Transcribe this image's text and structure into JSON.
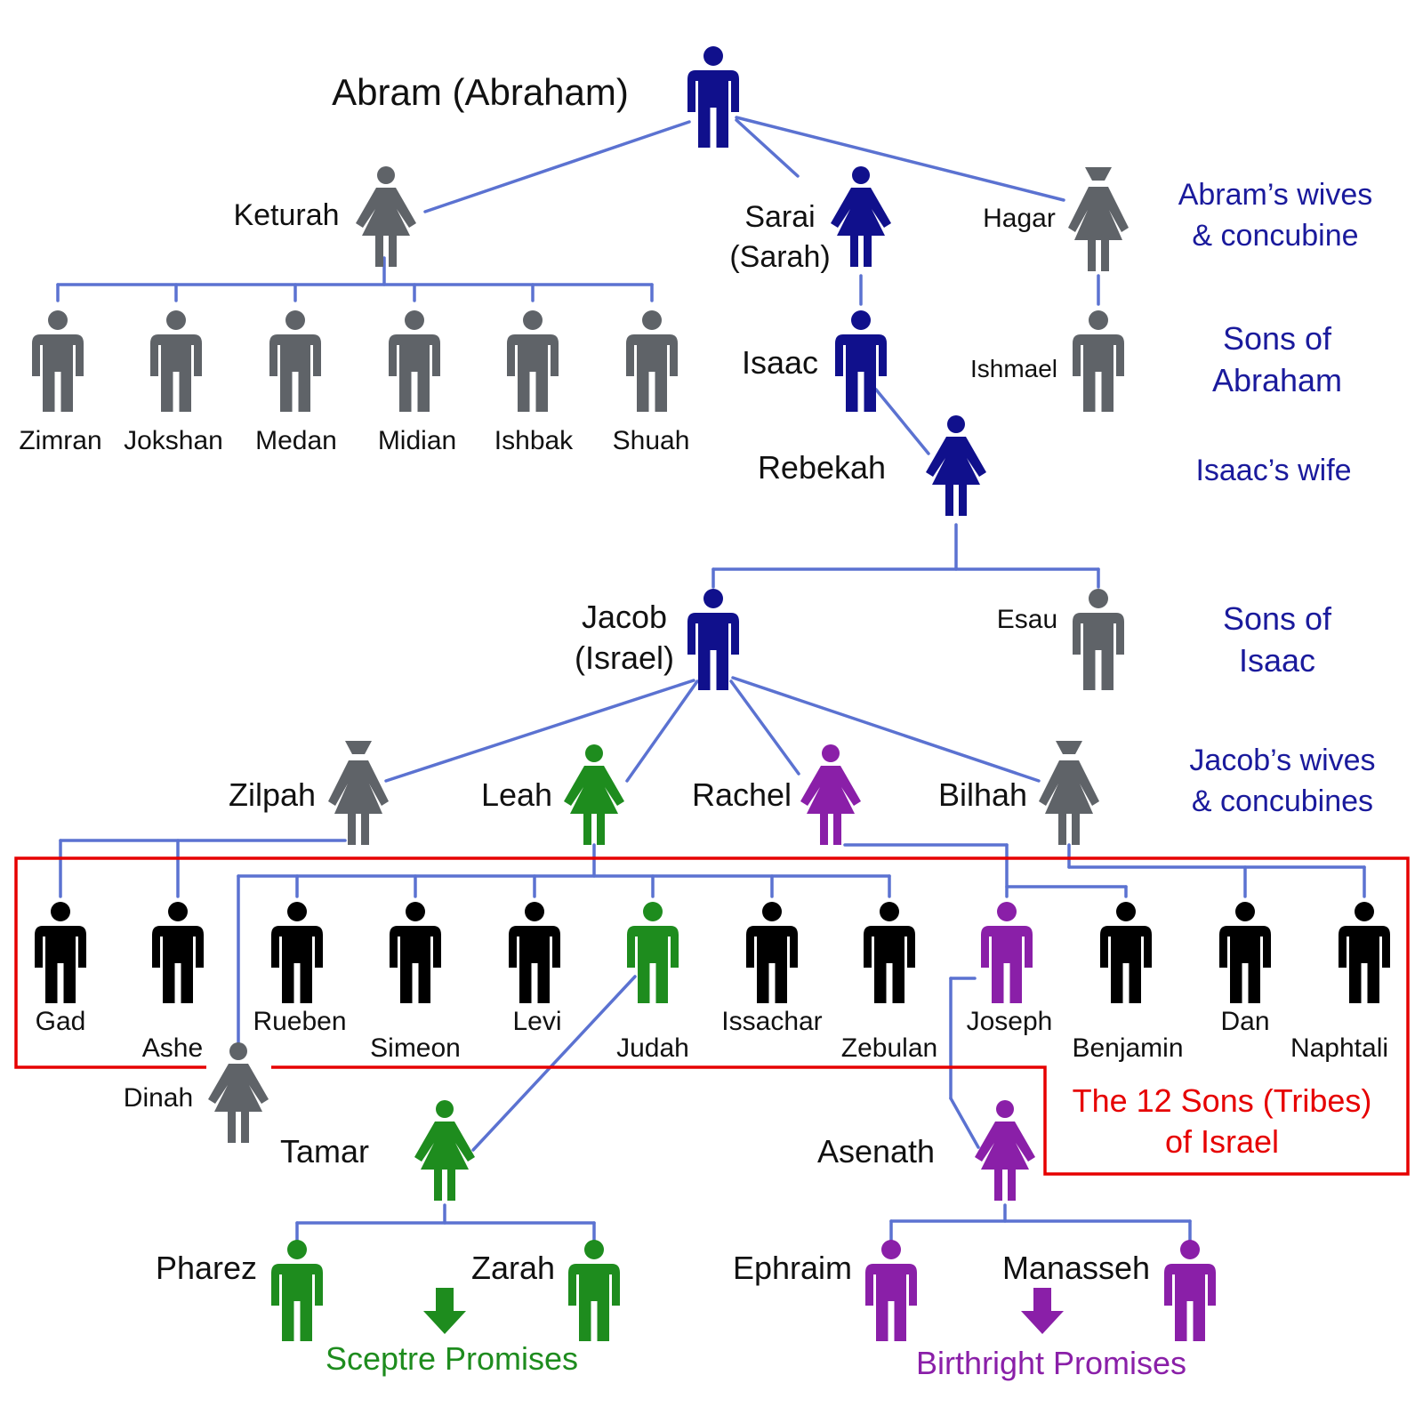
{
  "people": {
    "abram": "Abram (Abraham)",
    "keturah": "Keturah",
    "sarai_1": "Sarai",
    "sarai_2": "(Sarah)",
    "hagar": "Hagar",
    "zimran": "Zimran",
    "jokshan": "Jokshan",
    "medan": "Medan",
    "midian": "Midian",
    "ishbak": "Ishbak",
    "shuah": "Shuah",
    "isaac": "Isaac",
    "ishmael": "Ishmael",
    "rebekah": "Rebekah",
    "jacob_1": "Jacob",
    "jacob_2": "(Israel)",
    "esau": "Esau",
    "zilpah": "Zilpah",
    "leah": "Leah",
    "rachel": "Rachel",
    "bilhah": "Bilhah",
    "gad": "Gad",
    "ashe": "Ashe",
    "rueben": "Rueben",
    "simeon": "Simeon",
    "levi": "Levi",
    "judah": "Judah",
    "issachar": "Issachar",
    "zebulan": "Zebulan",
    "joseph": "Joseph",
    "benjamin": "Benjamin",
    "dan": "Dan",
    "naphtali": "Naphtali",
    "dinah": "Dinah",
    "tamar": "Tamar",
    "asenath": "Asenath",
    "pharez": "Pharez",
    "zarah": "Zarah",
    "ephraim": "Ephraim",
    "manasseh": "Manasseh"
  },
  "side_labels": {
    "wives_1": "Abram’s wives",
    "wives_2": "& concubine",
    "sons_abraham_1": "Sons of",
    "sons_abraham_2": "Abraham",
    "isaacs_wife": "Isaac’s wife",
    "sons_isaac_1": "Sons of",
    "sons_isaac_2": "Isaac",
    "jacob_wives_1": "Jacob’s wives",
    "jacob_wives_2": "& concubines"
  },
  "tribes_box": {
    "line1": "The 12 Sons (Tribes)",
    "line2": "of Israel"
  },
  "promises": {
    "sceptre": "Sceptre Promises",
    "birthright": "Birthright Promises"
  },
  "colors": {
    "navy": "#10108c",
    "gray": "#5f6368",
    "black": "#000000",
    "green": "#1e8c1e",
    "purple": "#8a1fa8",
    "line": "#5b72d1",
    "red_box": "#e60000"
  }
}
